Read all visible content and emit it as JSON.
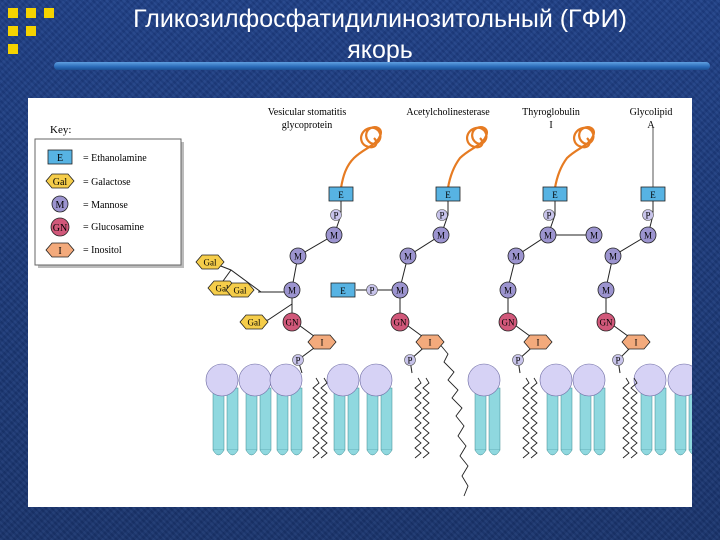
{
  "slide": {
    "title_line1": "Гликозилфосфатидилинозитольный (ГФИ)",
    "title_line2": "якорь"
  },
  "colors": {
    "accent_squares": "#f5d300",
    "ethanolamine": "#57b3e3",
    "galactose": "#f5cd4a",
    "mannose": "#9c94cf",
    "glucosamine": "#d1587a",
    "inositol": "#f3aa7c",
    "phosphate": "#c7c3ea",
    "lipid_head": "#d6d2f5",
    "lipid_tail": "#8fd8df",
    "protein": "#e67b22"
  },
  "key": {
    "title": "Key:",
    "items": [
      {
        "symbol": "E",
        "shape": "rect",
        "label": "= Ethanolamine"
      },
      {
        "symbol": "Gal",
        "shape": "hexagon",
        "label": "= Galactose"
      },
      {
        "symbol": "M",
        "shape": "circle",
        "label": "= Mannose"
      },
      {
        "symbol": "GN",
        "shape": "circle",
        "label": "= Glucosamine"
      },
      {
        "symbol": "I",
        "shape": "hexagon",
        "label": "= Inositol"
      }
    ]
  },
  "proteins": [
    {
      "name_line1": "Vesicular stomatitis",
      "name_line2": "glycoprotein"
    },
    {
      "name_line1": "Acetylcholinesterase",
      "name_line2": ""
    },
    {
      "name_line1": "Thyroglobulin",
      "name_line2": "I"
    },
    {
      "name_line1": "Glycolipid",
      "name_line2": "A"
    }
  ],
  "symbols": {
    "ethanolamine": "E",
    "phosphate": "P",
    "mannose": "M",
    "glucosamine": "GN",
    "inositol": "I",
    "galactose": "Gal"
  }
}
